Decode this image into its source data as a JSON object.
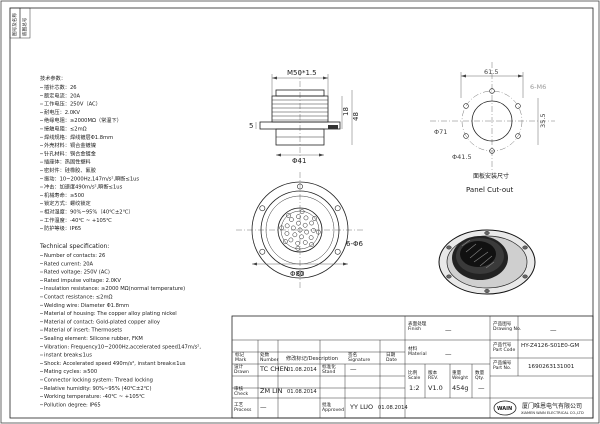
{
  "left_column": {
    "cn_title": "技术参数：",
    "cn_specs": [
      "插针芯数：26",
      "额定电流：20A",
      "工作电压：250V（AC）",
      "耐电压：2.0KV",
      "绝缘电阻：≥2000MΩ（常温下）",
      "接触电阻：≤2mΩ",
      "焊线规格：焊线镀层Φ1.8mm",
      "外壳材料：铜合金镀镍",
      "针孔材料：铜合金镀金",
      "插座体：热固性塑料",
      "密封件：硅橡胶、氟胶",
      "振动：10~2000Hz,147m/s²,瞬断≤1us",
      "冲击：加速度490m/s²,瞬断≤1us",
      "机械寿命：≥500",
      "锁定方式：螺纹锁定",
      "相对湿度：90%~95%（40℃±2℃）",
      "工作温度：-40℃ ~ +105℃",
      "防护等级：IP65"
    ],
    "en_title": "Technical specification:",
    "en_specs": [
      "Number of contacts: 26",
      "Rated current: 20A",
      "Rated voltage: 250V (AC)",
      "Rated impulse voltage: 2.0KV",
      "Insulation resistance: ≥2000 MΩ(normal temperature)",
      "Contact resistance: ≤2mΩ",
      "Welding wire: Diameter Φ1.8mm",
      "Material of housing: The copper alloy plating nickel",
      "Material of contact: Gold-plated copper alloy",
      "Material of insert: Thermosets",
      "Sealing element: Silicone rubber, FKM",
      "Vibration: Frequency10~2000Hz,accelerated speed147m/s²,",
      "  instant break≤1us",
      "Shock: Accelerated speed 490m/s², instant break≤1us",
      "Mating cycles: ≥500",
      "Connector locking system: Thread locking",
      "Relative humidity: 90%~95% (40℃±2℃)",
      "Working temperature: -40℃ ~ +105℃",
      "Pollution degree: IP65"
    ]
  },
  "views": {
    "side": {
      "thread": "M50*1.5",
      "dim_5": "5",
      "dim_18": "18",
      "dim_48": "48",
      "dia_41": "Φ41"
    },
    "front": {
      "holes": "6-Φ6",
      "dia_80": "Φ80"
    },
    "cutout": {
      "dim_61_5": "61.5",
      "holes_m6": "6-M6",
      "dia_71": "Φ71",
      "dim_35_5": "35.5",
      "dia_41_5": "Φ41.5",
      "title_cn": "面板安装尺寸",
      "title_en": "Panel Cut-out"
    }
  },
  "title_block": {
    "rev_header": {
      "mark": "标记\nMark",
      "number": "处数\nNumber",
      "desc": "修改标记/Description",
      "signature": "签名\nSignature",
      "date": "日期\nDate"
    },
    "rows": [
      {
        "label": "设计\nDrawn",
        "name": "TC CHEN",
        "date": "01.08.2014",
        "role": "标准化\nStand",
        "value": "—"
      },
      {
        "label": "审核\nCheck",
        "name": "ZM LIN",
        "date": "01.08.2014",
        "role": "",
        "value": ""
      },
      {
        "label": "工艺\nProcess",
        "name": "—",
        "date": "",
        "role": "批准\nApproved",
        "value": "YY LUO",
        "value_date": "01.08.2014"
      }
    ],
    "finish_label": "表面处理\nFinish",
    "finish_value": "—",
    "material_label": "材料\nMaterial",
    "material_value": "—",
    "scale_label": "比例\nScale",
    "scale_value": "1:2",
    "rev_label": "版本\nREV.",
    "rev_value": "V1.0",
    "weight_label": "重量\nWeight",
    "weight_value": "454g",
    "qty_label": "数量\nQty.",
    "qty_value": "—",
    "drawing_no_label": "产品图号\nDrawing No.",
    "drawing_no_value": "—",
    "part_code_label": "产品代号\nPart Code",
    "part_code_value": "HY-Z4126-S01E0-GM",
    "part_no_label": "产品编号\nPart No.",
    "part_no_value": "1690263131001",
    "company_cn": "厦门唯恩电气有限公司",
    "company_en": "XIAMEN WAIN ELECTRICAL CO.,LTD",
    "logo_text": "WAIN"
  },
  "rotated_top_left": {
    "a": "图号及名称",
    "b": "底图总号"
  }
}
